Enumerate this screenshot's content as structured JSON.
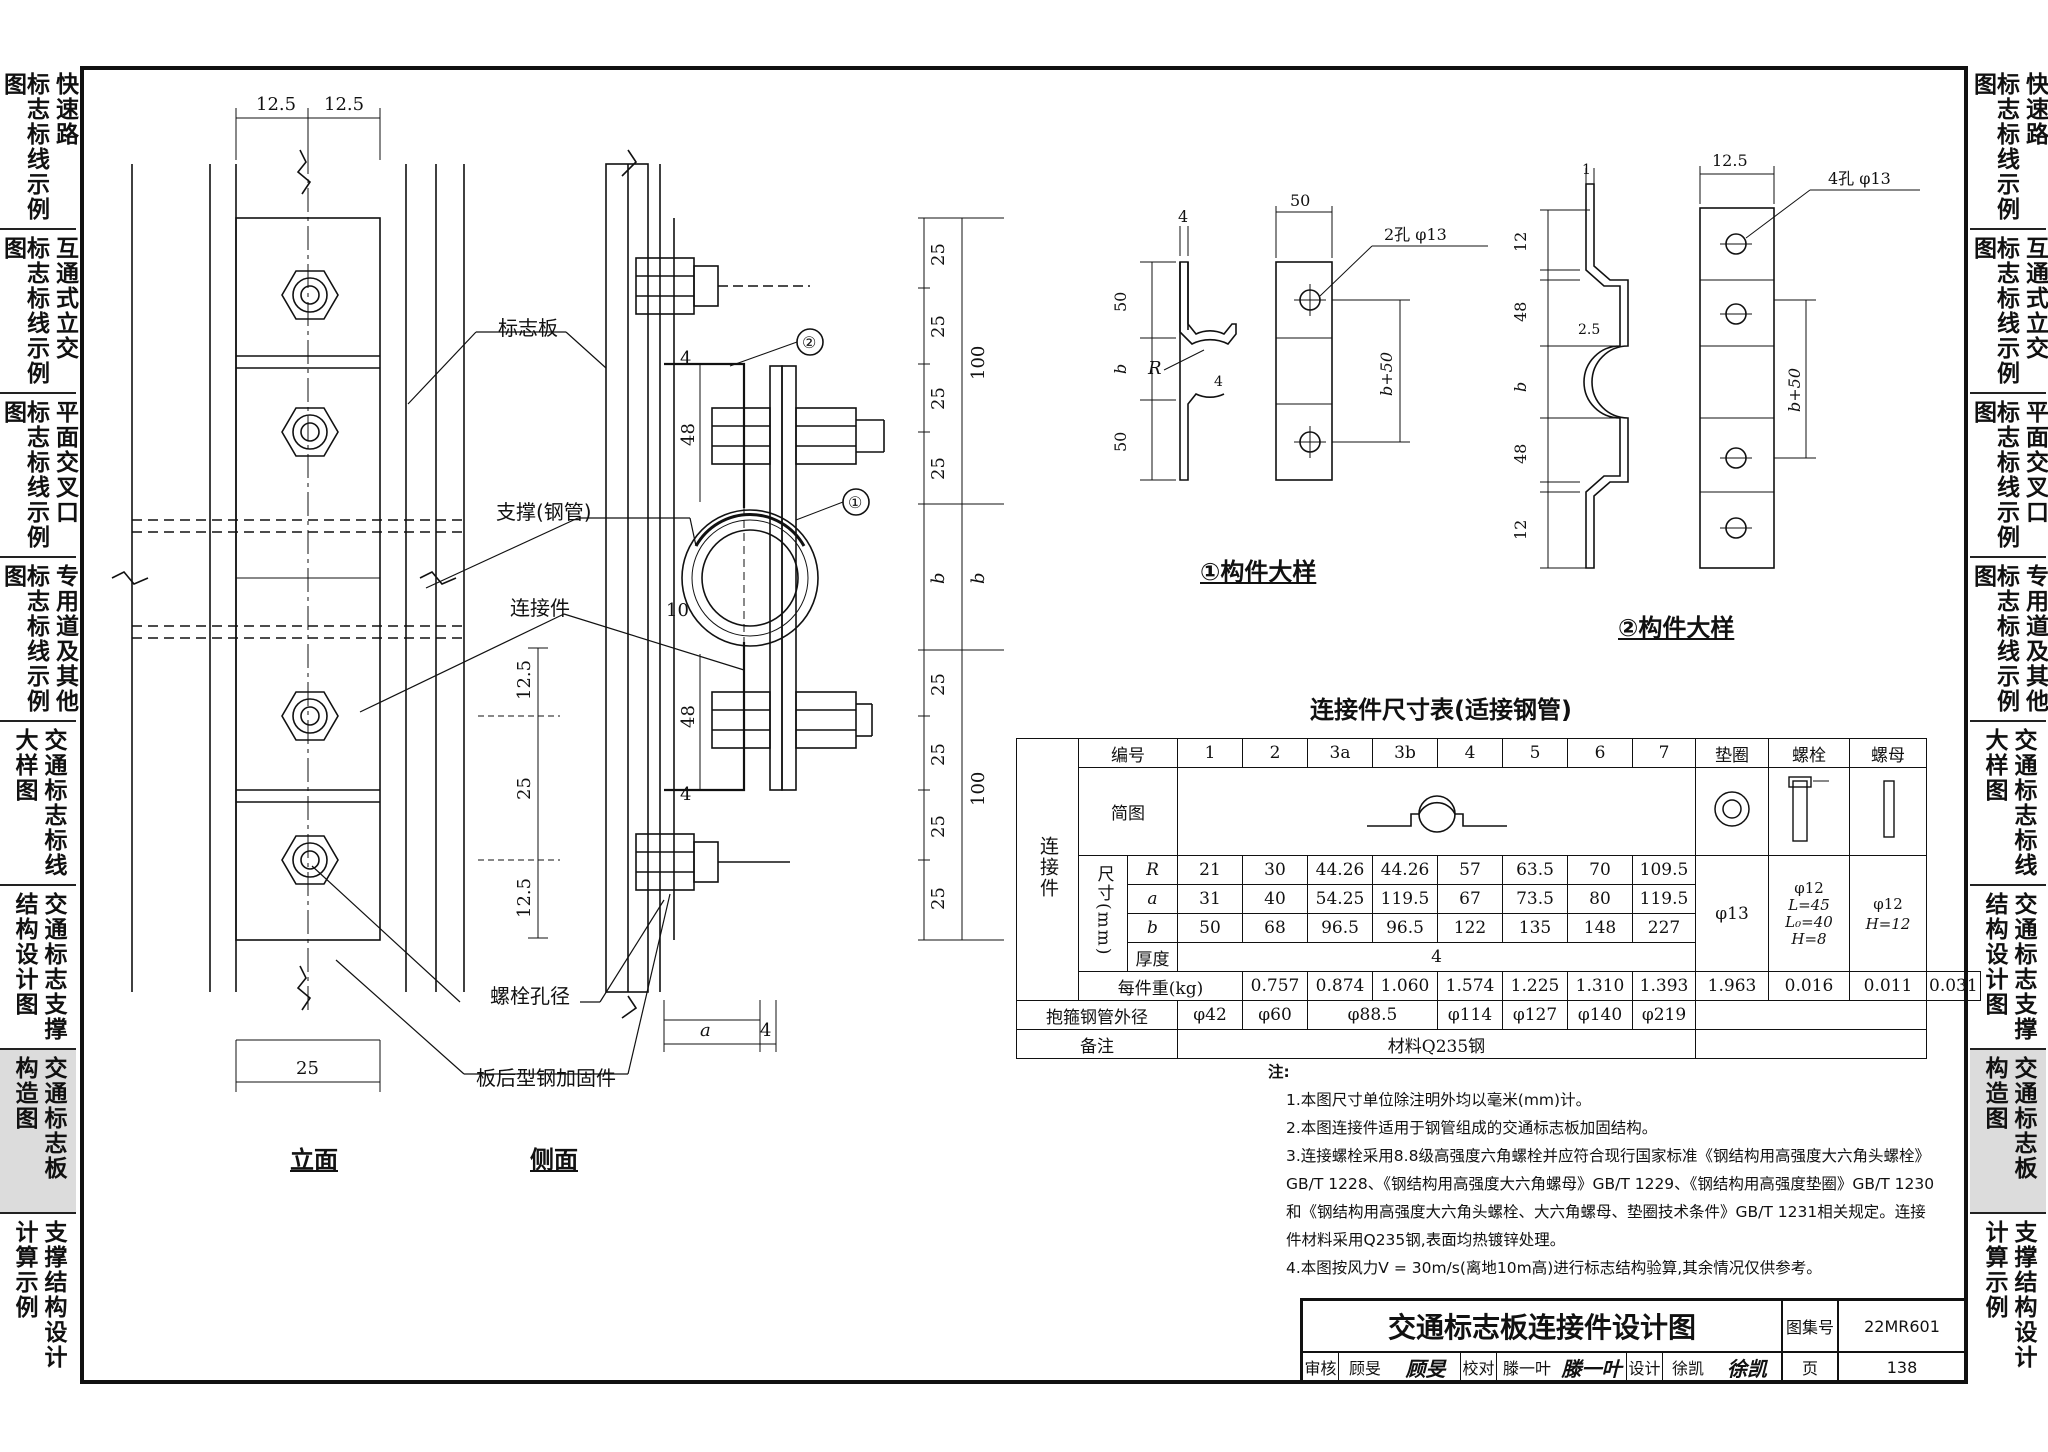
{
  "sidebar_left": [
    {
      "col1": "标志标线示例图",
      "col2": "快速路"
    },
    {
      "col1": "标志标线示例图",
      "col2": "互通式立交"
    },
    {
      "col1": "标志标线示例图",
      "col2": "平面交叉口"
    },
    {
      "col1": "标志标线示例图",
      "col2": "专用道及其他"
    },
    {
      "col1": "大样图",
      "col2": "交通标志标线"
    },
    {
      "col1": "结构设计图",
      "col2": "交通标志支撑"
    },
    {
      "col1": "构造图",
      "col2": "交通标志板"
    },
    {
      "col1": "计算示例",
      "col2": "支撑结构设计"
    }
  ],
  "sidebar_right": [
    {
      "col1": "标志标线示例图",
      "col2": "快速路"
    },
    {
      "col1": "标志标线示例图",
      "col2": "互通式立交"
    },
    {
      "col1": "标志标线示例图",
      "col2": "平面交叉口"
    },
    {
      "col1": "标志标线示例图",
      "col2": "专用道及其他"
    },
    {
      "col1": "大样图",
      "col2": "交通标志标线"
    },
    {
      "col1": "结构设计图",
      "col2": "交通标志支撑"
    },
    {
      "col1": "构造图",
      "col2": "交通标志板"
    },
    {
      "col1": "计算示例",
      "col2": "支撑结构设计"
    }
  ],
  "active_tab_index": 6,
  "drawing": {
    "elevation_title": "立面",
    "side_title": "侧面",
    "labels": {
      "sign_board": "标志板",
      "support": "支撑(钢管)",
      "connector": "连接件",
      "bolt_hole": "螺栓孔径",
      "stiffener": "板后型钢加固件"
    },
    "dims_elevation": [
      "12.5",
      "12.5",
      "25",
      "12.5",
      "25",
      "12.5"
    ],
    "dims_side": [
      "4",
      "48",
      "10",
      "48",
      "4",
      "a",
      "4"
    ],
    "dims_right": [
      "25",
      "25",
      "25",
      "25",
      "100",
      "b",
      "b",
      "25",
      "25",
      "25",
      "25",
      "100"
    ],
    "detail1_title": "①构件大样",
    "detail2_title": "②构件大样",
    "detail1": {
      "dims": [
        "4",
        "50",
        "b",
        "50",
        "R",
        "4",
        "50",
        "b+50"
      ],
      "hole_label": "2孔 φ13"
    },
    "detail2": {
      "dims": [
        "1",
        "12",
        "48",
        "b",
        "48",
        "12",
        "2.5",
        "12.5",
        "b+50"
      ],
      "hole_label": "4孔 φ13"
    },
    "callouts": [
      "①",
      "②"
    ]
  },
  "table": {
    "title": "连接件尺寸表(适接钢管)",
    "head": [
      "编号",
      "1",
      "2",
      "3a",
      "3b",
      "4",
      "5",
      "6",
      "7",
      "垫圈",
      "螺栓",
      "螺母"
    ],
    "group_label": "连接件",
    "sketch_label": "简图",
    "dim_label": "尺寸(mm)",
    "rows": {
      "R": [
        "21",
        "30",
        "44.26",
        "44.26",
        "57",
        "63.5",
        "70",
        "109.5"
      ],
      "a": [
        "31",
        "40",
        "54.25",
        "119.5",
        "67",
        "73.5",
        "80",
        "119.5"
      ],
      "b": [
        "50",
        "68",
        "96.5",
        "96.5",
        "122",
        "135",
        "148",
        "227"
      ]
    },
    "thickness_label": "厚度",
    "thickness": "4",
    "washer_spec": "φ13",
    "bolt_spec": [
      "φ12",
      "L=45",
      "L₀=40",
      "H=8"
    ],
    "nut_spec": [
      "φ12",
      "H=12"
    ],
    "weight_label": "每件重(kg)",
    "weights": [
      "0.757",
      "0.874",
      "1.060",
      "1.574",
      "1.225",
      "1.310",
      "1.393",
      "1.963",
      "0.016",
      "0.011",
      "0.031"
    ],
    "pipe_label": "抱箍钢管外径",
    "pipes": [
      "φ42",
      "φ60",
      "φ88.5",
      "φ114",
      "φ127",
      "φ140",
      "φ219"
    ],
    "remark_label": "备注",
    "remark": "材料Q235钢"
  },
  "notes": {
    "heading": "注:",
    "items": [
      "1.本图尺寸单位除注明外均以毫米(mm)计。",
      "2.本图连接件适用于钢管组成的交通标志板加固结构。",
      "3.连接螺栓采用8.8级高强度六角螺栓并应符合现行国家标准《钢结构用高强度大六角头螺栓》GB/T 1228、《钢结构用高强度大六角螺母》GB/T 1229、《钢结构用高强度垫圈》GB/T 1230和《钢结构用高强度大六角头螺栓、大六角螺母、垫圈技术条件》GB/T 1231相关规定。连接件材料采用Q235钢,表面均热镀锌处理。",
      "4.本图按风力V = 30m/s(离地10m高)进行标志结构验算,其余情况仅供参考。"
    ]
  },
  "title_block": {
    "title": "交通标志板连接件设计图",
    "atlas_label": "图集号",
    "atlas_no": "22MR601",
    "review_label": "审核",
    "reviewer": "顾旻",
    "check_label": "校对",
    "checker": "滕一叶",
    "design_label": "设计",
    "designer": "徐凯",
    "page_label": "页",
    "page_no": "138"
  }
}
